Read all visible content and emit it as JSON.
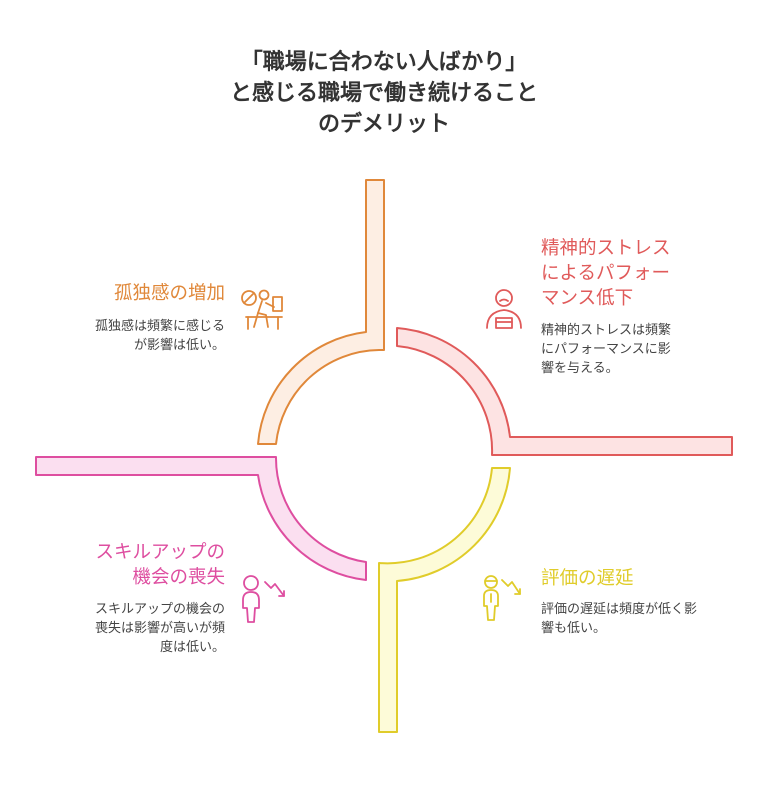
{
  "title": {
    "lines": [
      "「職場に合わない人ばかり」",
      "と感じる職場で働き続けること",
      "のデメリット"
    ]
  },
  "colors": {
    "orange_stroke": "#e0883a",
    "orange_fill": "#fdeee3",
    "red_stroke": "#e05a5a",
    "red_fill": "#fde3e3",
    "yellow_stroke": "#e0cc2a",
    "yellow_fill": "#fdfbd8",
    "pink_stroke": "#de4ea0",
    "pink_fill": "#fbdff0",
    "title_text": "#333333",
    "body_text": "#444444"
  },
  "quadrants": {
    "isolation": {
      "heading": [
        "孤独感の増加"
      ],
      "description": [
        "孤独感は頻繁に感じる",
        "が影響は低い。"
      ],
      "icon": "person-at-desk-no-icon"
    },
    "stress": {
      "heading": [
        "精神的ストレス",
        "によるパフォー",
        "マンス低下"
      ],
      "description": [
        "精神的ストレスは頻繁",
        "にパフォーマンスに影",
        "響を与える。"
      ],
      "icon": "stressed-person-icon"
    },
    "evaluation": {
      "heading": [
        "評価の遅延"
      ],
      "description": [
        "評価の遅延は頻度が低く影",
        "響も低い。"
      ],
      "icon": "person-down-arrow-icon"
    },
    "skills": {
      "heading": [
        "スキルアップの",
        "機会の喪失"
      ],
      "description": [
        "スキルアップの機会の",
        "喪失は影響が高いが頻",
        "度は低い。"
      ],
      "icon": "person-falling-arrow-icon"
    }
  }
}
